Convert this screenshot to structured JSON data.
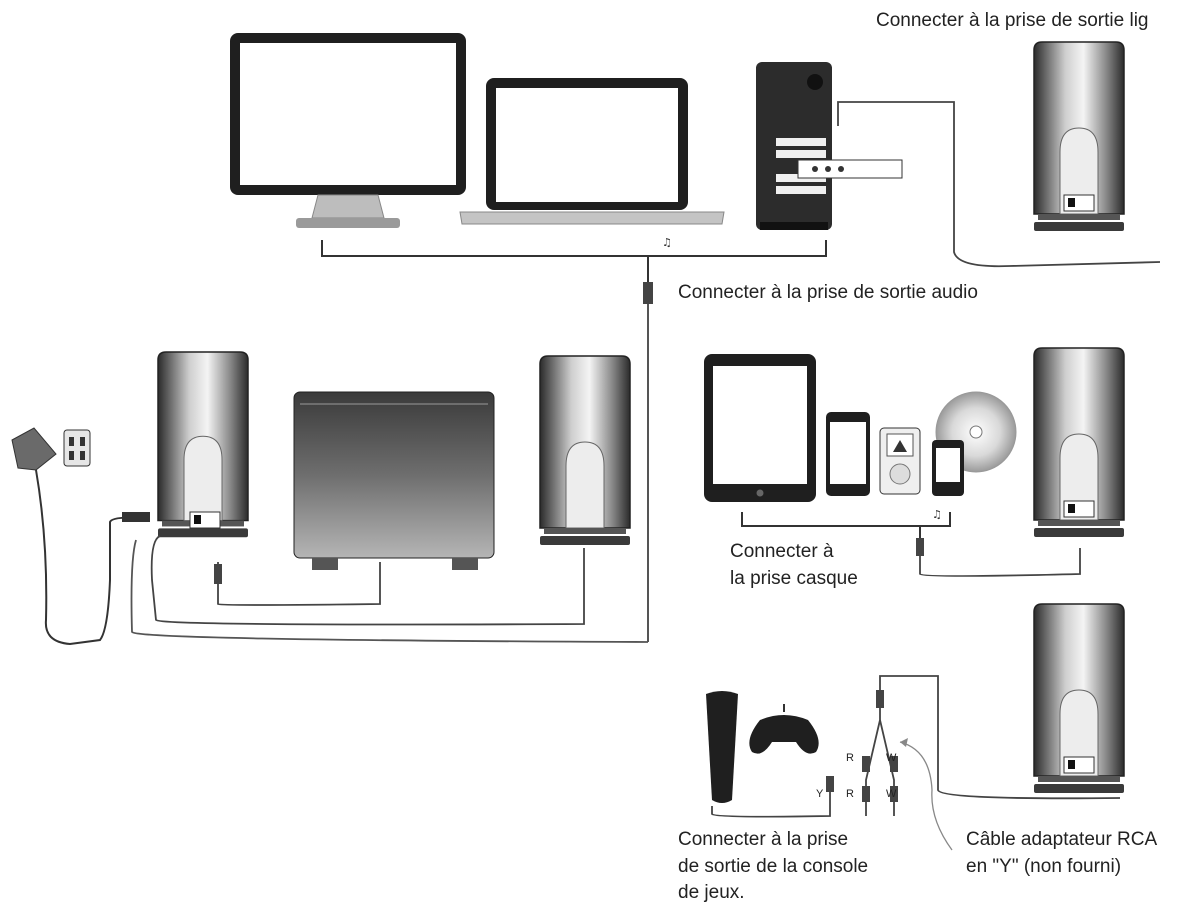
{
  "labels": {
    "line_out": "Connecter à la prise de sortie lig",
    "audio_out": "Connecter à la prise de sortie audio",
    "headphone_line1": "Connecter à",
    "headphone_line2": "la prise casque",
    "console_line1": "Connecter à la prise",
    "console_line2": "de sortie de la console",
    "console_line3": "de jeux.",
    "rca_line1": "Câble adaptateur RCA",
    "rca_line2": "en \"Y\" (non fourni)"
  },
  "plug_marks": {
    "red": "R",
    "white": "W",
    "yellow": "Y"
  },
  "colors": {
    "line": "#333333",
    "speaker_dark": "#2a2a2a",
    "speaker_light": "#d8d8d8",
    "background": "#ffffff"
  },
  "icons": [
    "monitor-icon",
    "laptop-icon",
    "pc-tower-icon",
    "speaker-icon",
    "subwoofer-icon",
    "power-adapter-icon",
    "wall-outlet-icon",
    "tablet-icon",
    "smartphone-icon",
    "mp3-player-icon",
    "cd-icon",
    "game-console-icon",
    "gamepad-icon",
    "headphone-icon"
  ]
}
